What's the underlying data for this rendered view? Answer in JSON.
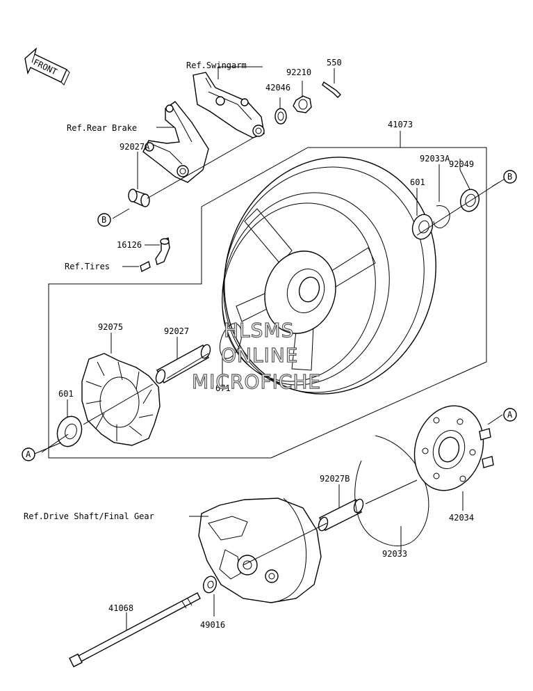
{
  "front_label": "FRONT",
  "refs": {
    "swingarm": "Ref.Swingarm",
    "rear_brake": "Ref.Rear Brake",
    "tires": "Ref.Tires",
    "drive_shaft": "Ref.Drive Shaft/Final Gear"
  },
  "callouts": {
    "a": "A",
    "b": "B"
  },
  "parts": {
    "p550": "550",
    "p92210": "92210",
    "p42046": "42046",
    "p41073": "41073",
    "p92027A": "92027A",
    "p92049": "92049",
    "p92033A": "92033A",
    "p601_upper": "601",
    "p16126": "16126",
    "p92075": "92075",
    "p92027": "92027",
    "p671": "671",
    "p601_lower": "601",
    "p92027B": "92027B",
    "p42034": "42034",
    "p92033": "92033",
    "p41068": "41068",
    "p49016": "49016"
  },
  "watermark": {
    "line1": "HLSMS",
    "line2": "ONLINE",
    "line3": "MICROFICHE"
  }
}
